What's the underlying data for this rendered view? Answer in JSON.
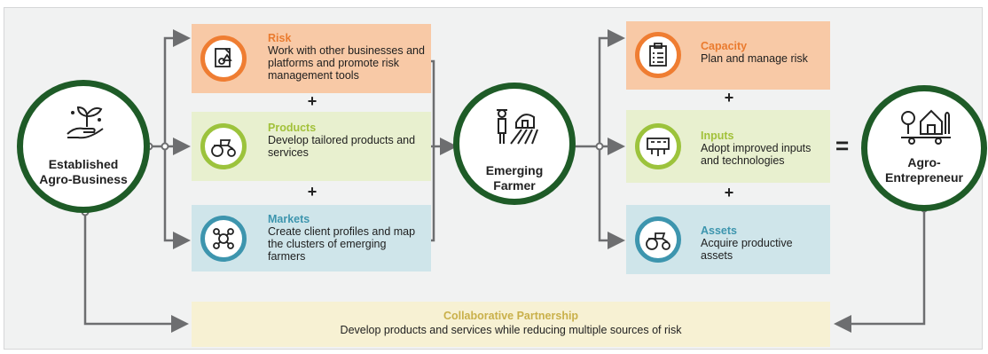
{
  "nodes": {
    "established": {
      "line1": "Established",
      "line2": "Agro-Business"
    },
    "emerging": {
      "line1": "Emerging",
      "line2": "Farmer"
    },
    "entrepreneur": {
      "line1": "Agro-",
      "line2": "Entrepreneur"
    }
  },
  "left_boxes": [
    {
      "title": "Risk",
      "text": "Work with other businesses and platforms and promote risk management tools",
      "icon": "risk-document-icon"
    },
    {
      "title": "Products",
      "text": "Develop tailored products and services",
      "icon": "tractor-icon"
    },
    {
      "title": "Markets",
      "text": "Create client profiles and map the clusters of emerging farmers",
      "icon": "market-map-icon"
    }
  ],
  "right_boxes": [
    {
      "title": "Capacity",
      "text": "Plan and manage risk",
      "icon": "clipboard-checklist-icon"
    },
    {
      "title": "Inputs",
      "text": "Adopt improved inputs and technologies",
      "icon": "machinery-icon"
    },
    {
      "title": "Assets",
      "text": "Acquire productive assets",
      "icon": "tractor-icon"
    }
  ],
  "operators": {
    "plus": "+",
    "equals": "="
  },
  "collaborative": {
    "title": "Collaborative Partnership",
    "text": "Develop products and services while reducing multiple sources of risk"
  },
  "colors": {
    "dark_green": "#1e5b27",
    "orange": "#ef7d32",
    "light_green": "#9cc33c",
    "teal": "#3d95ae",
    "arrow_gray": "#6d6e70"
  }
}
